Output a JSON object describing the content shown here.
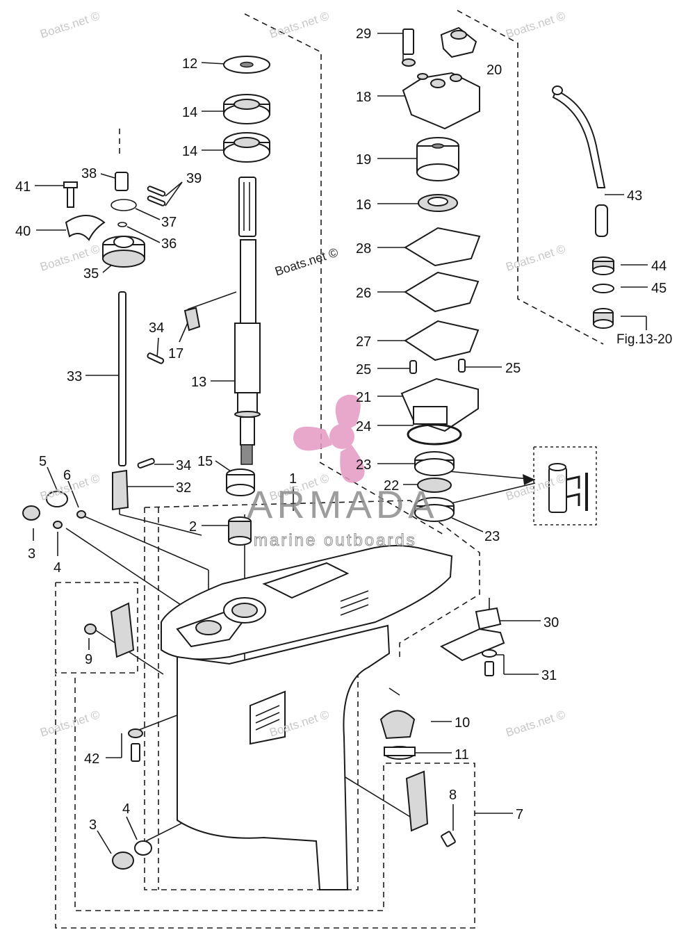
{
  "callouts": [
    {
      "id": "c12",
      "label": "12"
    },
    {
      "id": "c14a",
      "label": "14"
    },
    {
      "id": "c14b",
      "label": "14"
    },
    {
      "id": "c29",
      "label": "29"
    },
    {
      "id": "c20",
      "label": "20"
    },
    {
      "id": "c18",
      "label": "18"
    },
    {
      "id": "c19",
      "label": "19"
    },
    {
      "id": "c16",
      "label": "16"
    },
    {
      "id": "c28",
      "label": "28"
    },
    {
      "id": "c26",
      "label": "26"
    },
    {
      "id": "c27",
      "label": "27"
    },
    {
      "id": "c25a",
      "label": "25"
    },
    {
      "id": "c25b",
      "label": "25"
    },
    {
      "id": "c21",
      "label": "21"
    },
    {
      "id": "c24",
      "label": "24"
    },
    {
      "id": "c23a",
      "label": "23"
    },
    {
      "id": "c22",
      "label": "22"
    },
    {
      "id": "c23b",
      "label": "23"
    },
    {
      "id": "c43",
      "label": "43"
    },
    {
      "id": "c44",
      "label": "44"
    },
    {
      "id": "c45",
      "label": "45"
    },
    {
      "id": "c41",
      "label": "41"
    },
    {
      "id": "c38",
      "label": "38"
    },
    {
      "id": "c39",
      "label": "39"
    },
    {
      "id": "c37",
      "label": "37"
    },
    {
      "id": "c40",
      "label": "40"
    },
    {
      "id": "c36",
      "label": "36"
    },
    {
      "id": "c35",
      "label": "35"
    },
    {
      "id": "c17",
      "label": "17"
    },
    {
      "id": "c34a",
      "label": "34"
    },
    {
      "id": "c33",
      "label": "33"
    },
    {
      "id": "c13",
      "label": "13"
    },
    {
      "id": "c34b",
      "label": "34"
    },
    {
      "id": "c15",
      "label": "15"
    },
    {
      "id": "c1",
      "label": "1"
    },
    {
      "id": "c32",
      "label": "32"
    },
    {
      "id": "c5",
      "label": "5"
    },
    {
      "id": "c6",
      "label": "6"
    },
    {
      "id": "c3a",
      "label": "3"
    },
    {
      "id": "c4a",
      "label": "4"
    },
    {
      "id": "c2",
      "label": "2"
    },
    {
      "id": "c30",
      "label": "30"
    },
    {
      "id": "c31",
      "label": "31"
    },
    {
      "id": "c9",
      "label": "9"
    },
    {
      "id": "c10",
      "label": "10"
    },
    {
      "id": "c11",
      "label": "11"
    },
    {
      "id": "c42",
      "label": "42"
    },
    {
      "id": "c8",
      "label": "8"
    },
    {
      "id": "c7",
      "label": "7"
    },
    {
      "id": "c4b",
      "label": "4"
    },
    {
      "id": "c3b",
      "label": "3"
    }
  ],
  "figure_reference": "Fig.13-20",
  "watermark": {
    "site": "Boats.net ©",
    "brand": "ARMADA",
    "brand_tagline": "marine outboards",
    "brand_color": "#e39ac4"
  }
}
